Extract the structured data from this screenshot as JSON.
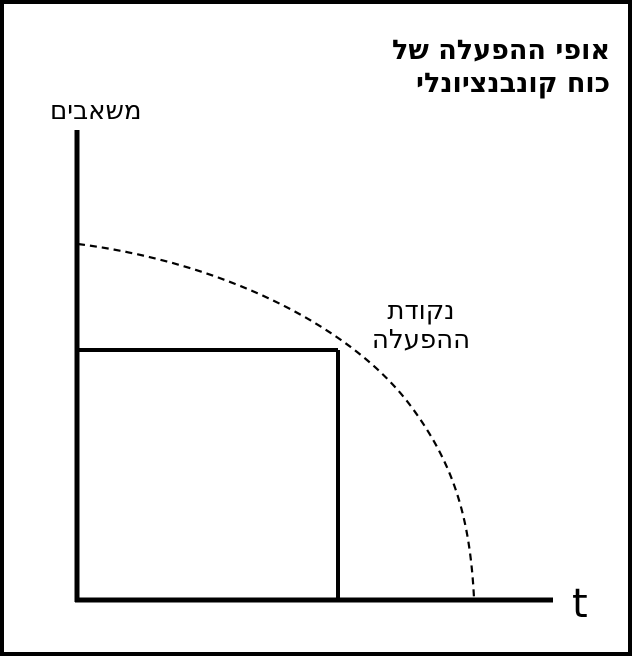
{
  "title": {
    "line1": "אופי ההפעלה של",
    "line2": "כוח קונבנציונלי"
  },
  "axes": {
    "y_label": "משאבים",
    "x_label": "t"
  },
  "operating_point": {
    "line1": "נקודת",
    "line2": "ההפעלה"
  },
  "colors": {
    "ink": "#000000",
    "background": "#ffffff"
  }
}
